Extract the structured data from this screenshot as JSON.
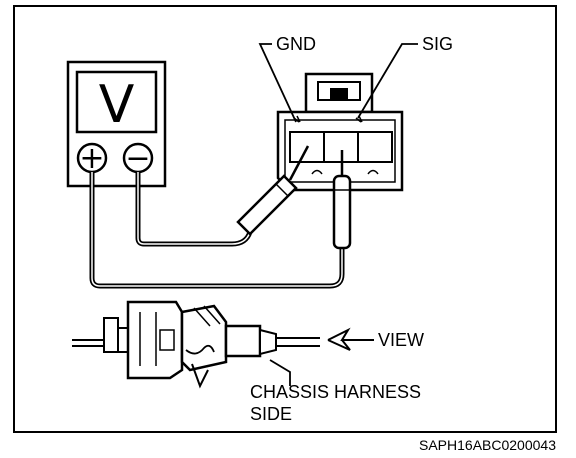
{
  "labels": {
    "gnd": "GND",
    "sig": "SIG",
    "view": "VIEW",
    "side_line1": "CHASSIS HARNESS",
    "side_line2": "SIDE",
    "figure_code": "SAPH16ABC0200043"
  },
  "meter": {
    "display": "V",
    "plus_symbol": "+",
    "minus_symbol": "−"
  },
  "colors": {
    "ink": "#000000",
    "paper": "#ffffff"
  }
}
